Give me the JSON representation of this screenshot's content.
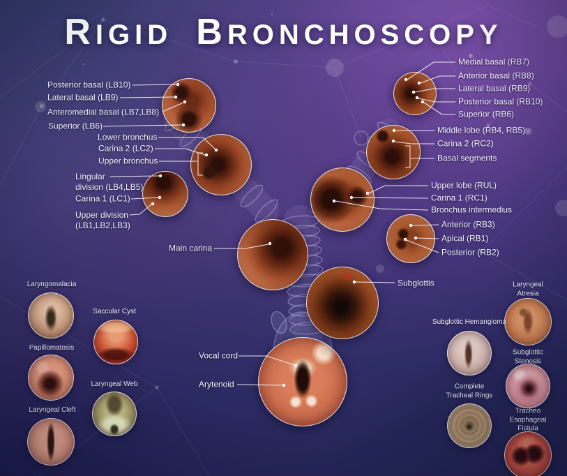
{
  "title": {
    "words": [
      "Rigid",
      "Bronchoscopy"
    ]
  },
  "colors": {
    "background_purple": "#5b3f86",
    "background_navy": "#212350",
    "tissue_salmon": "#e08a5f",
    "lumen_dark": "#2b100a",
    "label_text": "#f4f2fb",
    "leader_line": "#f2f0fa"
  },
  "left_labels": [
    {
      "text": "Posterior basal (LB10)"
    },
    {
      "text": "Lateral basal (LB9)"
    },
    {
      "text": "Anteromedial basal (LB7,LB8)"
    },
    {
      "text": "Superior (LB6)"
    },
    {
      "text": "Lower bronchus"
    },
    {
      "text": "Carina 2 (LC2)"
    },
    {
      "text": "Upper bronchus"
    },
    {
      "text": "Lingular\ndivision (LB4,LB5)"
    },
    {
      "text": "Carina 1 (LC1)"
    },
    {
      "text": "Upper division\n(LB1,LB2,LB3)"
    },
    {
      "text": "Main carina"
    }
  ],
  "right_labels": [
    {
      "text": "Medial basal (RB7)"
    },
    {
      "text": "Anterior basal (RB8)"
    },
    {
      "text": "Lateral basal (RB9)"
    },
    {
      "text": "Posterior basal (RB10)"
    },
    {
      "text": "Superior (RB6)"
    },
    {
      "text": "Middle lobe (RB4, RB5)"
    },
    {
      "text": "Carina 2 (RC2)"
    },
    {
      "text": "Basal segments"
    },
    {
      "text": "Upper lobe (RUL)"
    },
    {
      "text": "Carina 1 (RC1)"
    },
    {
      "text": "Bronchus intermedius"
    },
    {
      "text": "Anterior (RB3)"
    },
    {
      "text": "Apical (RB1)"
    },
    {
      "text": "Posterior (RB2)"
    },
    {
      "text": "Subglottis"
    }
  ],
  "center_labels": [
    {
      "text": "Vocal cord"
    },
    {
      "text": "Arytenoid"
    }
  ],
  "pathology_labels": [
    {
      "text": "Laryngomalacia"
    },
    {
      "text": "Saccular Cyst"
    },
    {
      "text": "Papillomatosis"
    },
    {
      "text": "Laryngeal Web"
    },
    {
      "text": "Laryngeal Cleft"
    },
    {
      "text": "Laryngeal Atresia"
    },
    {
      "text": "Subglottic Hemangioma"
    },
    {
      "text": "Subglottic Stenosis"
    },
    {
      "text": "Complete\nTracheal Rings"
    },
    {
      "text": "Tracheo\nEsophageal Fistula"
    }
  ]
}
